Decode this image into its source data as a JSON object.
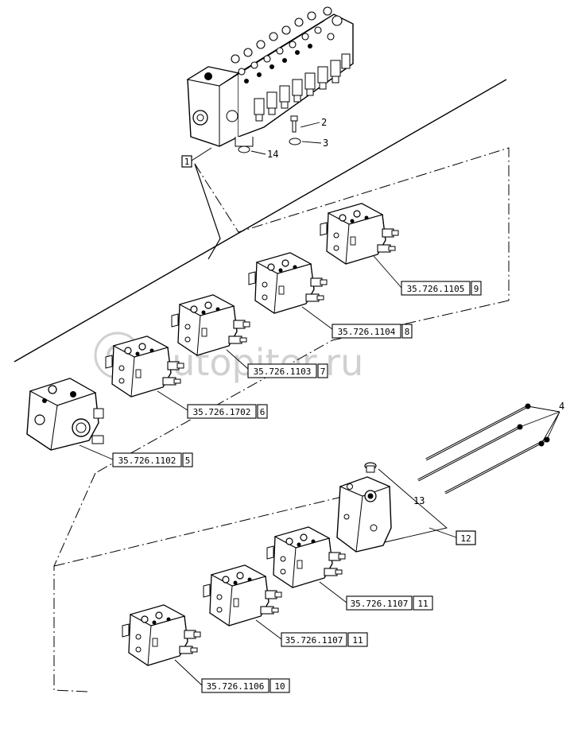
{
  "watermark": {
    "text": "autopiter.ru"
  },
  "callouts": {
    "c1": "1",
    "c2": "2",
    "c3": "3",
    "c4": "4",
    "c12": "12",
    "c13": "13",
    "c14": "14"
  },
  "references": {
    "r5": {
      "code": "35.726.1102",
      "item": "5"
    },
    "r6": {
      "code": "35.726.1702",
      "item": "6"
    },
    "r7": {
      "code": "35.726.1103",
      "item": "7"
    },
    "r8": {
      "code": "35.726.1104",
      "item": "8"
    },
    "r9": {
      "code": "35.726.1105",
      "item": "9"
    },
    "r10": {
      "code": "35.726.1106",
      "item": "10"
    },
    "r11a": {
      "code": "35.726.1107",
      "item": "11"
    },
    "r11b": {
      "code": "35.726.1107",
      "item": "11"
    }
  }
}
